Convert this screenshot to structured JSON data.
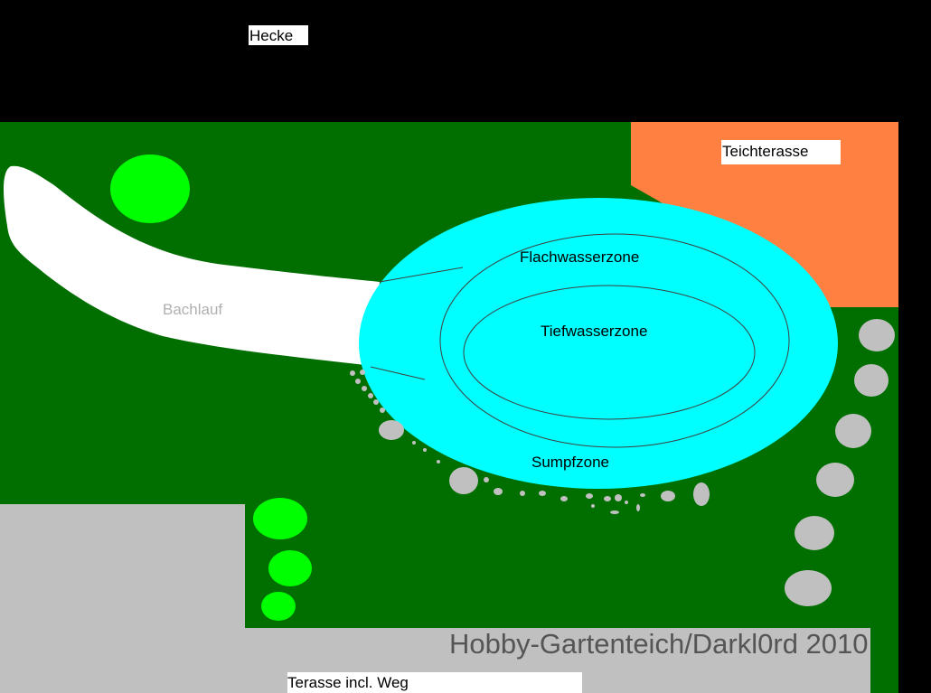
{
  "labels": {
    "hecke": "Hecke",
    "teichterasse": "Teichterasse",
    "bachlauf": "Bachlauf",
    "flachwasser": "Flachwasserzone",
    "tiefwasser": "Tiefwasserzone",
    "sumpf": "Sumpfzone",
    "terasse": "Terasse incl. Weg"
  },
  "watermark": "Hobby-Gartenteich/Darkl0rd 2010",
  "colors": {
    "hedge": "#000000",
    "lawn": "#006f00",
    "terrace_orange": "#ff8040",
    "paving_grey": "#c0c0c0",
    "stream": "#ffffff",
    "water": "#00ffff",
    "bush": "#00ff00",
    "stone": "#c0c0c0",
    "watermark": "#555555"
  }
}
